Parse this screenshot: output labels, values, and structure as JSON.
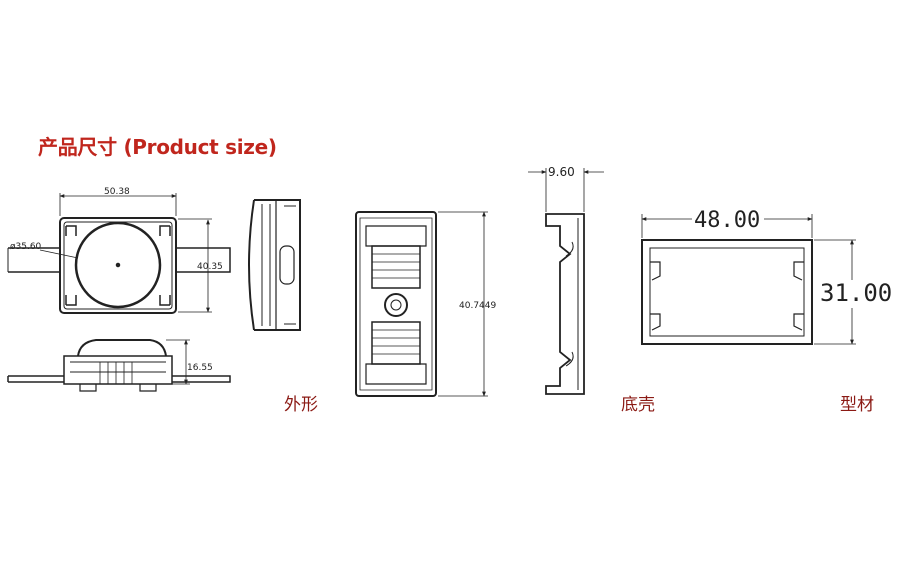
{
  "title": "产品尺寸 (Product size)",
  "labels": {
    "appearance": "外形",
    "bottom_shell": "底壳",
    "profile": "型材"
  },
  "dimensions": {
    "module_width": "50.38",
    "lens_diameter": "ø35.60",
    "module_height": "40.35",
    "module_thickness": "16.55",
    "shell_length": "40.7449",
    "shell_depth": "9.60",
    "profile_width": "48.00",
    "profile_height": "31.00"
  },
  "colors": {
    "title": "#c0261d",
    "labels": "#8b1a14",
    "lines": "#222222"
  }
}
